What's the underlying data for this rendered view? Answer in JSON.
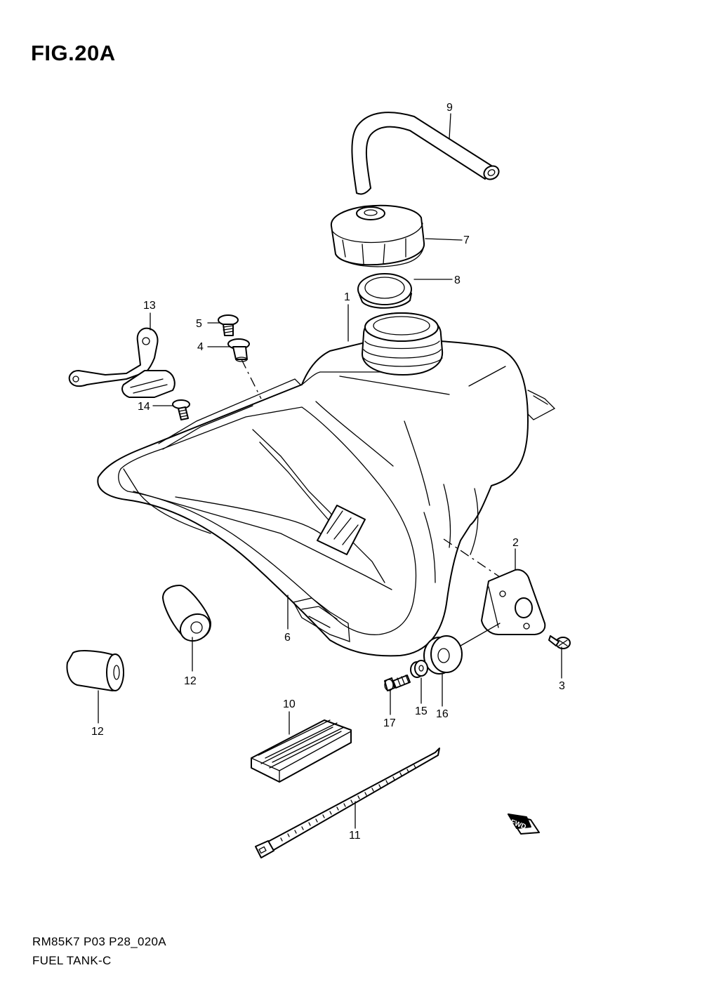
{
  "figure": {
    "title": "FIG.20A",
    "code": "RM85K7 P03 P28_020A",
    "name": "FUEL TANK-C"
  },
  "parts": [
    {
      "id": "tank",
      "label": "1"
    },
    {
      "id": "bracket",
      "label": "2"
    },
    {
      "id": "bracket-screw",
      "label": "3"
    },
    {
      "id": "collar",
      "label": "4"
    },
    {
      "id": "collar-bolt",
      "label": "5"
    },
    {
      "id": "emblem-marker",
      "label": "6"
    },
    {
      "id": "fuel-cap",
      "label": "7"
    },
    {
      "id": "cap-gasket",
      "label": "8"
    },
    {
      "id": "breather-hose",
      "label": "9"
    },
    {
      "id": "cushion-pad",
      "label": "10"
    },
    {
      "id": "cable-tie",
      "label": "11"
    },
    {
      "id": "cushion-small",
      "label": "12"
    },
    {
      "id": "cushion-large",
      "label": "12"
    },
    {
      "id": "holder",
      "label": "13"
    },
    {
      "id": "holder-screw",
      "label": "14"
    },
    {
      "id": "spacer",
      "label": "15"
    },
    {
      "id": "grommet",
      "label": "16"
    },
    {
      "id": "mount-bolt",
      "label": "17"
    }
  ],
  "direction_badge": "FWD",
  "colors": {
    "line": "#000000",
    "background": "#ffffff"
  }
}
